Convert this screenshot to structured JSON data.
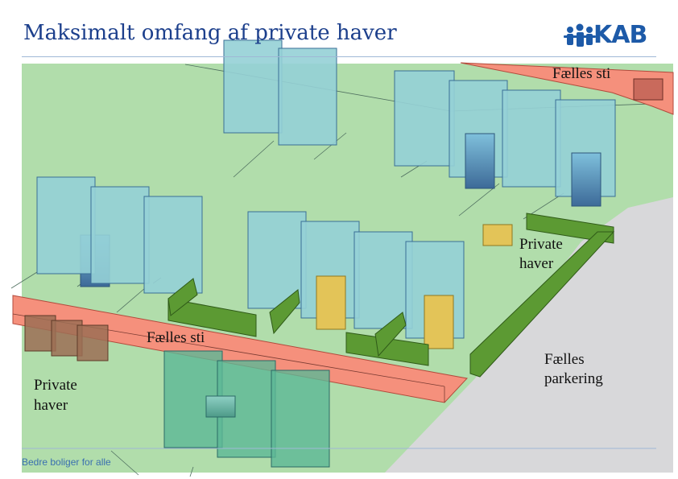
{
  "title": "Maksimalt omfang af private haver",
  "logo": {
    "text": "KAB",
    "icon": "kab-figures-icon"
  },
  "labels": {
    "path_top": "Fælles sti",
    "private_gardens_right_1": "Private",
    "private_gardens_right_2": "haver",
    "path_middle": "Fælles sti",
    "private_gardens_left_1": "Private",
    "private_gardens_left_2": "haver",
    "parking_1": "Fælles",
    "parking_2": "parkering"
  },
  "footer": "Bedre boliger for alle",
  "colors": {
    "title": "#1c3f8c",
    "lawn": "#b1ddab",
    "path": "#f5907c",
    "parking": "#d8d8da",
    "building": "#95d0d6",
    "hedge": "#5c9a33",
    "garden_box": "#e3c458",
    "brand": "#1d5aa8"
  }
}
